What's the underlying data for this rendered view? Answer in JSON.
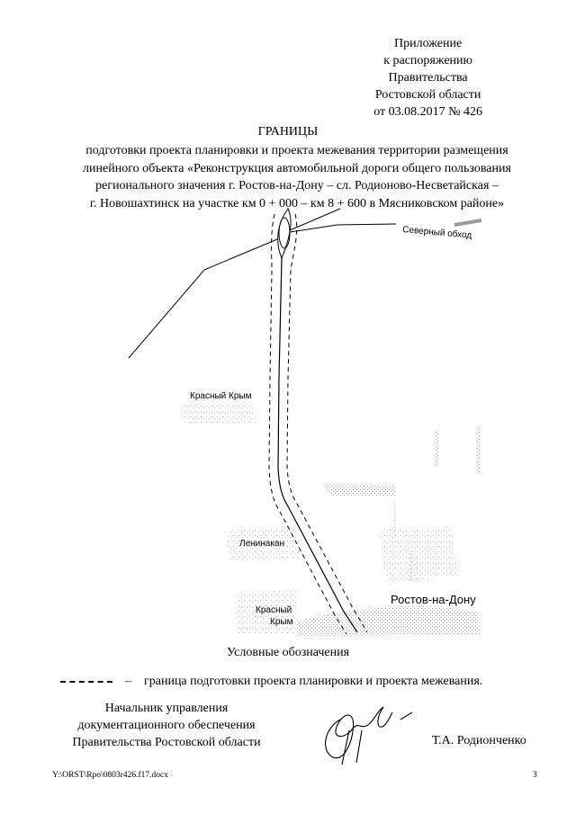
{
  "appendix": {
    "lines": [
      "Приложение",
      "к распоряжению",
      "Правительства",
      "Ростовской области",
      "от 03.08.2017 № 426"
    ]
  },
  "title": "ГРАНИЦЫ",
  "subtitle_lines": [
    "подготовки проекта планировки и проекта межевания территории размещения",
    "линейного объекта «Реконструкция автомобильной дороги общего пользования",
    "регионального значения г. Ростов-на-Дону – сл. Родионово-Несветайская –",
    "г. Новошахтинск на участке км 0 + 000 – км 8 + 600 в Мясниковском районе»"
  ],
  "map": {
    "labels": {
      "northern_bypass": "Северный обход",
      "krasny_krym_1": "Красный Крым",
      "leninakan": "Ленинакан",
      "krasny_krym_2_line1": "Красный",
      "krasny_krym_2_line2": "Крым",
      "rostov": "Ростов-на-Дону"
    }
  },
  "legend": {
    "title": "Условные обозначения",
    "separator": "–",
    "boundary_text": "граница подготовки проекта планировки и проекта межевания."
  },
  "signature": {
    "position_lines": [
      "Начальник управления",
      "документационного обеспечения",
      "Правительства Ростовской области"
    ],
    "name": "Т.А. Родионченко"
  },
  "footer": {
    "file_path": "Y:\\ORST\\Rpo\\0803r426.f17.docx",
    "page_number": "3"
  }
}
